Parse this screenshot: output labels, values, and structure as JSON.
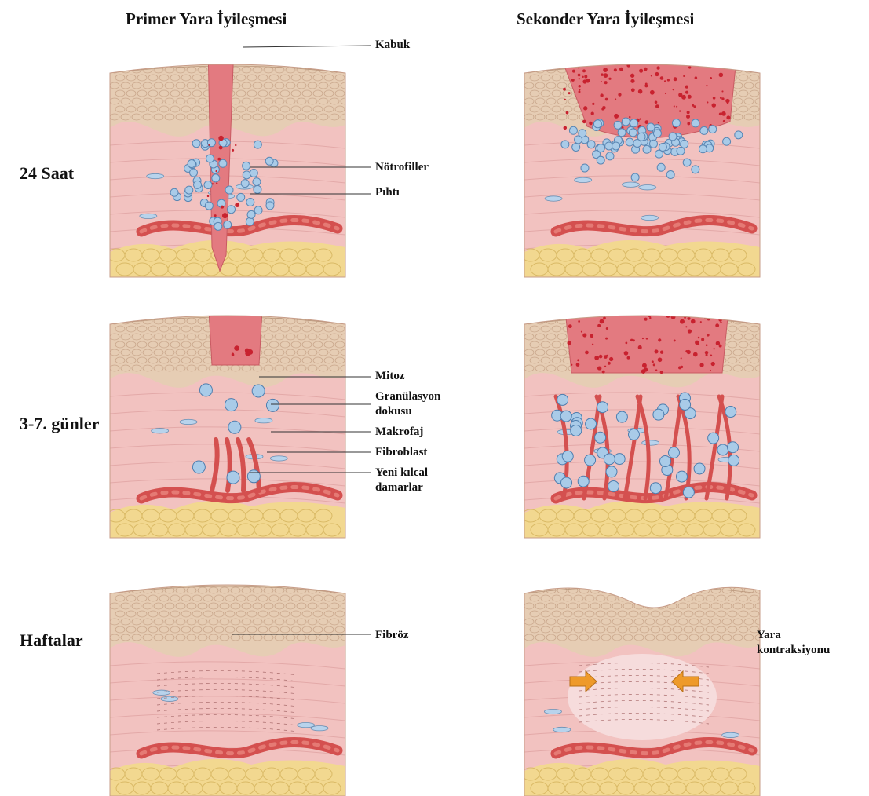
{
  "titles": {
    "primary": "Primer Yara İyileşmesi",
    "secondary": "Sekonder Yara İyileşmesi"
  },
  "rows": {
    "row1": "24 Saat",
    "row2": "3-7. günler",
    "row3": "Haftalar"
  },
  "callouts": {
    "kabuk": "Kabuk",
    "notrofiller": "Nötrofiller",
    "pihti": "Pıhtı",
    "mitoz": "Mitoz",
    "granulasyon_1": "Granülasyon",
    "granulasyon_2": "dokusu",
    "makrofaj": "Makrofaj",
    "fibroblast": "Fibroblast",
    "kapiller_1": "Yeni kılcal",
    "kapiller_2": "damarlar",
    "fibroz": "Fibröz",
    "kontraksiyon_1": "Yara",
    "kontraksiyon_2": "kontraksiyonu"
  },
  "colors": {
    "epidermis": "#e6cdb4",
    "epidermis_cells": "#c9a78c",
    "dermis": "#f2c2c0",
    "scab": "#e37a80",
    "vessel": "#d4504f",
    "fat": "#f2d890",
    "neutrophil": "#a9cbe8",
    "arrow": "#ee9a2a"
  }
}
